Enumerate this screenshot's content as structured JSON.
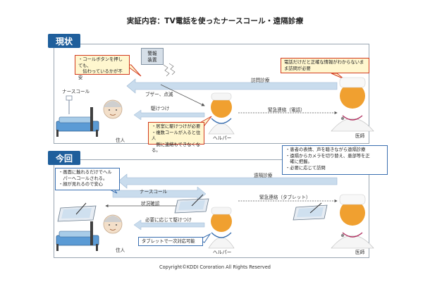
{
  "title": "実証内容：TV電話を使ったナースコール・遠隔診療",
  "before": {
    "tag": "現状",
    "resident_worry": "・コールボタンを押しても、\n　伝わっているかが不安",
    "alarm_device": "警報\n装置",
    "nurse_call_label": "ナースコール",
    "buzzer_label": "ブザー、点滅",
    "rush_label": "駆けつけ",
    "resident_label": "住人",
    "helper_label": "ヘルパー",
    "helper_issue": "・居室に駆けつけが必要\n・複数コールが入ると住人\n　側に連絡もできなくなる。",
    "doctor_issue": "電話だけだと正確な情報がわからないま\nま訪問が必要",
    "visit_label": "訪問診療",
    "emergency_label": "緊急連絡（電話）",
    "doctor_label": "医師"
  },
  "after": {
    "tag": "今回",
    "resident_benefit": "・画面に触れるだけでヘル\n　パーへコールされる。\n・顔が見れるので安心",
    "nurse_call_label": "ナースコール",
    "status_check_label": "状況確認",
    "rush_if_needed_label": "必要に応じて駆けつけ",
    "resident_label": "住人",
    "helper_label": "ヘルパー",
    "tablet_first_response": "タブレットで一次対応可能",
    "remote_label": "遠隔診療",
    "emergency_label": "緊急連絡（タブレット）",
    "doctor_benefit": "・患者の表情、声を聴きながら遠隔診療\n・遠隔からカメラを切り替え、患部等を正\n　確に把握。\n・必要に応じて訪問",
    "doctor_label": "医師"
  },
  "footer": "Copyright©KDDI Cororation All Rights Reserved",
  "colors": {
    "tag_blue": "#1f5f9c",
    "arrow_blue": "#bcd4e8",
    "note_red_border": "#d23a1e",
    "note_blue_border": "#3a6fb0",
    "helper_orange": "#f0a030"
  }
}
